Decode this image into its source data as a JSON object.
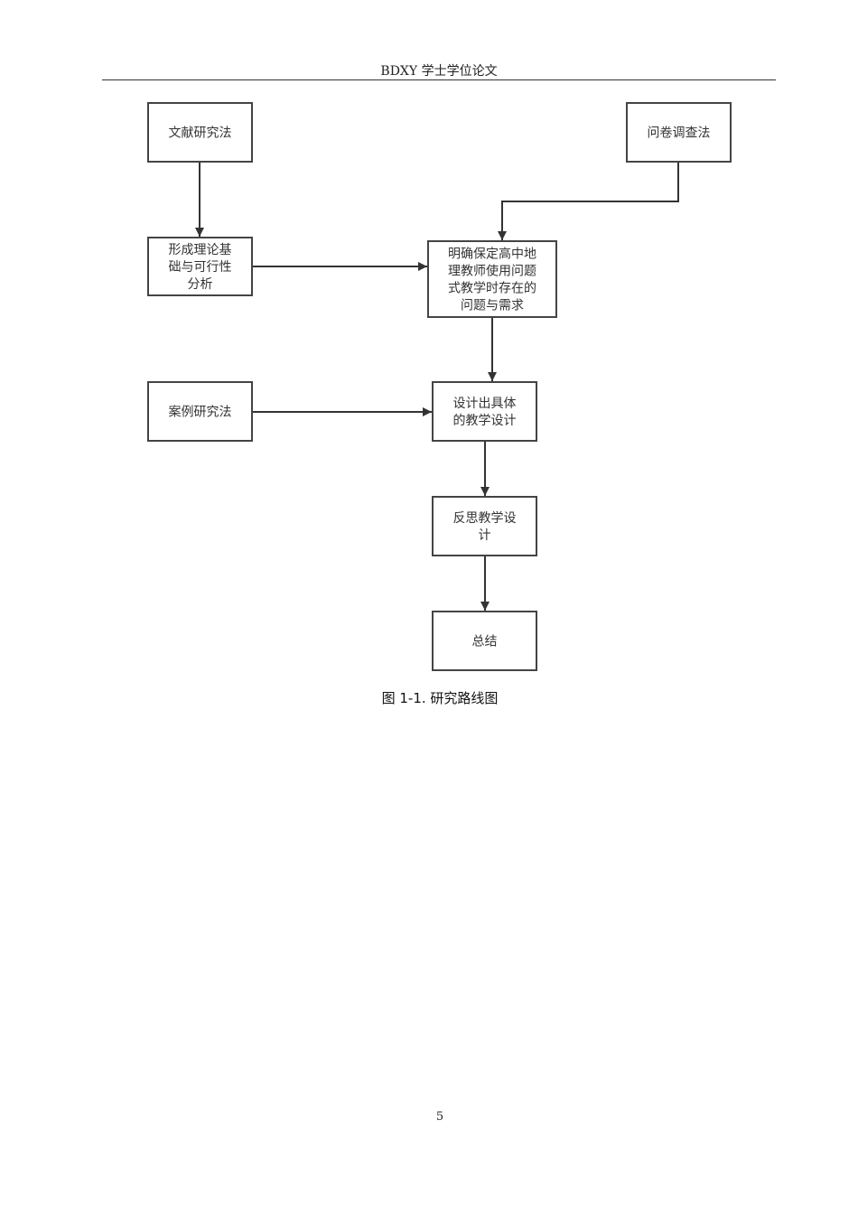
{
  "header": {
    "title": "BDXY 学士学位论文"
  },
  "diagram": {
    "nodes": [
      {
        "id": "literature",
        "lines": [
          "文献研究法"
        ]
      },
      {
        "id": "survey",
        "lines": [
          "问卷调查法"
        ]
      },
      {
        "id": "theory",
        "lines": [
          "形成理论基",
          "础与可行性",
          "分析"
        ]
      },
      {
        "id": "problems",
        "lines": [
          "明确保定高中地",
          "理教师使用问题",
          "式教学时存在的",
          "问题与需求"
        ]
      },
      {
        "id": "case",
        "lines": [
          "案例研究法"
        ]
      },
      {
        "id": "design",
        "lines": [
          "设计出具体",
          "的教学设计"
        ]
      },
      {
        "id": "reflect",
        "lines": [
          "反思教学设",
          "计"
        ]
      },
      {
        "id": "summary",
        "lines": [
          "总结"
        ]
      }
    ],
    "edges": [
      {
        "from": "literature",
        "to": "theory"
      },
      {
        "from": "survey",
        "to": "problems"
      },
      {
        "from": "theory",
        "to": "problems"
      },
      {
        "from": "problems",
        "to": "design"
      },
      {
        "from": "case",
        "to": "design"
      },
      {
        "from": "design",
        "to": "reflect"
      },
      {
        "from": "reflect",
        "to": "summary"
      }
    ]
  },
  "figure": {
    "caption": "图 1-1.  研究路线图"
  },
  "footer": {
    "page_number": "5"
  }
}
